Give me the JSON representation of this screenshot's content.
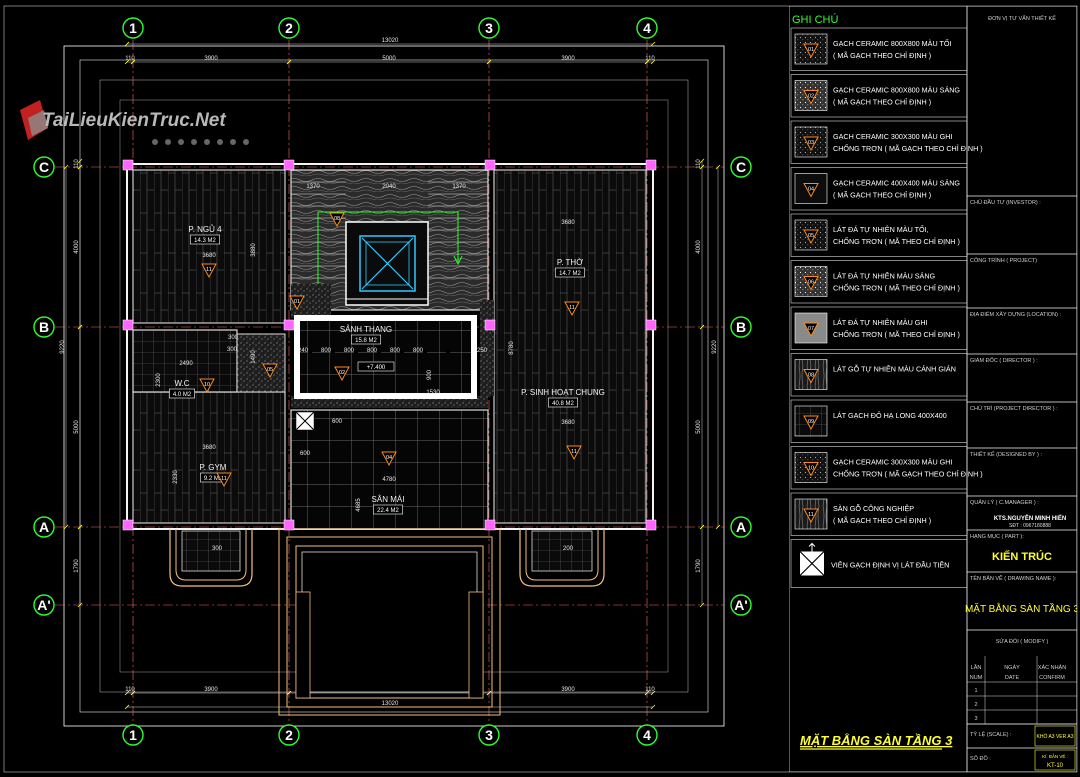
{
  "watermark": "TaiLieuKienTruc.Net",
  "grid_columns": [
    "1",
    "2",
    "3",
    "4"
  ],
  "grid_rows": [
    "C",
    "B",
    "A",
    "A'"
  ],
  "dims_top": {
    "total": "13020",
    "spans": [
      "3900",
      "5000",
      "3900"
    ],
    "edge_left": "110",
    "edge_right": "110"
  },
  "dims_bottom": {
    "total": "13020",
    "spans": [
      "3900",
      "5000",
      "3900"
    ],
    "edge_left": "110",
    "edge_right": "110"
  },
  "dims_left": {
    "total": "9220",
    "spans": [
      "4000",
      "5000",
      "1790"
    ],
    "top": "110"
  },
  "dims_right": {
    "total": "9220",
    "spans": [
      "4000",
      "5000",
      "1790"
    ],
    "top": "110"
  },
  "rooms": [
    {
      "name": "P. NGỦ 4",
      "area": "14.3 M2",
      "dim_w": "3680",
      "dim_h": "3880",
      "tag": "11"
    },
    {
      "name": "P. THỜ",
      "area": "14.7 M2",
      "dim_w": "3680",
      "tag": "11"
    },
    {
      "name": "SẢNH THANG",
      "area": "15.8 M2",
      "level": "+7.400",
      "tag": "02"
    },
    {
      "name": "W.C",
      "area": "4.0 M2",
      "dim_w": "2490",
      "dim_h": "2300",
      "tag": "10"
    },
    {
      "name": "P. SINH HOẠT CHUNG",
      "area": "40.8 M2",
      "dim_w": "3680",
      "dim_h": "8780",
      "tag": "11"
    },
    {
      "name": "P. GYM",
      "area": "9.2 M2",
      "dim_w": "3680",
      "dim_h": "2330",
      "tag": "11"
    },
    {
      "name": "SÂN MÁI",
      "area": "22.4 M2",
      "dim_w": "4780",
      "dim_h": "4685",
      "tag": "04"
    }
  ],
  "stair_dims": [
    "1370",
    "2040",
    "1370"
  ],
  "inner_dims": [
    "240",
    "800",
    "800",
    "800",
    "800",
    "800",
    "250",
    "1490",
    "300",
    "600",
    "600",
    "900",
    "300",
    "300",
    "200",
    "1530"
  ],
  "stair_tag": "08",
  "small_tags": [
    "05",
    "01"
  ],
  "legend": {
    "title": "GHI CHÚ",
    "items": [
      {
        "num": "01",
        "line1": "GẠCH CERAMIC 800X800 MÀU TỐI",
        "line2": "( MÃ GẠCH THEO CHỈ ĐỊNH )"
      },
      {
        "num": "02",
        "line1": "GẠCH CERAMIC 800X800 MÀU SÁNG",
        "line2": "( MÃ GẠCH THEO CHỈ ĐỊNH )"
      },
      {
        "num": "03",
        "line1": "GẠCH CERAMIC 300X300 MÀU GHI",
        "line2": "CHỐNG TRƠN ( MÃ GẠCH THEO CHỈ ĐỊNH )"
      },
      {
        "num": "04",
        "line1": "GẠCH CERAMIC 400X400 MÀU SÁNG",
        "line2": "( MÃ GẠCH THEO CHỈ ĐỊNH )"
      },
      {
        "num": "05",
        "line1": "LÁT ĐÁ TỰ NHIÊN MÀU TỐI,",
        "line2": "CHỐNG TRƠN ( MÃ THEO CHỈ ĐỊNH )"
      },
      {
        "num": "06",
        "line1": "LÁT ĐÁ TỰ NHIÊN MÀU SÁNG",
        "line2": "CHỐNG TRƠN ( MÃ THEO CHỈ ĐỊNH )"
      },
      {
        "num": "07",
        "line1": "LÁT ĐÁ TỰ NHIÊN MÀU GHI",
        "line2": "CHỐNG TRƠN ( MÃ THEO CHỈ ĐỊNH )"
      },
      {
        "num": "08",
        "line1": "LÁT GỖ TỰ NHIÊN MÀU CÁNH GIÁN",
        "line2": ""
      },
      {
        "num": "09",
        "line1": "LÁT GẠCH ĐỎ HẠ LONG 400X400",
        "line2": ""
      },
      {
        "num": "10",
        "line1": "GẠCH CERAMIC 300X300 MÀU GHI",
        "line2": "CHỐNG TRƠN ( MÃ GẠCH THEO CHỈ ĐỊNH )"
      },
      {
        "num": "11",
        "line1": "SÀN GỖ CÔNG NGHIỆP",
        "line2": "( MÃ GẠCH THEO CHỈ ĐỊNH )"
      }
    ],
    "start_note": "VIÊN GẠCH ĐỊNH VỊ LÁT ĐẦU TIÊN"
  },
  "titleblock": {
    "unit_label": "ĐƠN VỊ TƯ VẤN THIẾT KẾ",
    "investor_label": "CHỦ ĐẦU TƯ (INVESTOR) :",
    "project_label": "CÔNG TRÌNH ( PROJECT)",
    "location_label": "ĐỊA ĐIỂM XÂY DỰNG (LOCATION) :",
    "director_label": "GIÁM ĐỐC ( DIRECTOR ) :",
    "pm_label": "CHỦ TRÌ (PROJECT DIRECTOR ) :",
    "designer_label": "THIẾT KẾ (DESIGNED BY ) :",
    "manager_label": "QUẢN LÝ ( C.MANAGER ) :",
    "manager_name": "KTS.NGUYỄN MINH HIẾN",
    "manager_phone": "SĐT : 0967180888",
    "category_label": "HẠNG MỤC ( PART ):",
    "category": "KIẾN TRÚC",
    "drawing_label": "TÊN BẢN VẼ ( DRAWING NAME ):",
    "drawing_name": "MẶT BẰNG SÀN TẦNG 3",
    "modify_label": "SỬA ĐỔI ( MODIFY )",
    "mod_headers": [
      "LẦN",
      "NGÀY",
      "XÁC NHẬN"
    ],
    "mod_sub": [
      "NUM",
      "DATE",
      "CONFIRM"
    ],
    "mod_rows": [
      "1",
      "2",
      "3"
    ],
    "scale_label": "TỶ LỆ (SCALE) :",
    "scale_value": "KHỔ A3 VER A3",
    "sheet_label": "SỐ ĐỒ :",
    "sheet_no_label": "KÍ. BẢN VẼ :",
    "sheet_no": "KT-10"
  },
  "drawing_title": "MẶT BẰNG SÀN TẦNG 3",
  "colors": {
    "grid_bubble": "#2dff2d",
    "column": "#ff66ff",
    "wall": "#ffffff",
    "tag": "#ff8a1c",
    "title": "#ffff33"
  }
}
